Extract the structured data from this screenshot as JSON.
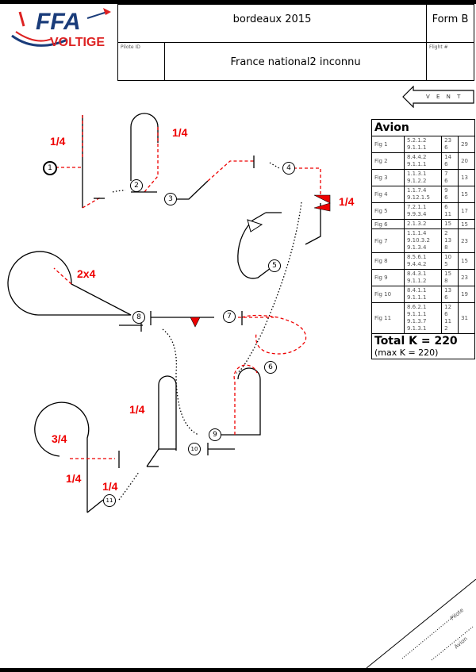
{
  "header": {
    "logo_text": "FFA VOLTIGE",
    "competition": "bordeaux 2015",
    "form": "Form B",
    "pilot_id_label": "Pilote ID",
    "sequence": "France national2 inconnu",
    "flight_label": "Flight #"
  },
  "wind": {
    "label": "V E N T"
  },
  "figure_numbers": [
    "1",
    "2",
    "3",
    "4",
    "5",
    "6",
    "7",
    "8",
    "9",
    "10",
    "11"
  ],
  "roll_labels": [
    "1/4",
    "1/4",
    "1/4",
    "2x4",
    "1/4",
    "3/4",
    "1/4",
    "1/4"
  ],
  "k_table": {
    "title": "Avion",
    "rows": [
      {
        "fig": "Fig 1",
        "codes": "5.2.1.2\n9.1.1.1",
        "k": "23\n6",
        "total": "29"
      },
      {
        "fig": "Fig 2",
        "codes": "8.4.4.2\n9.1.1.1",
        "k": "14\n6",
        "total": "20"
      },
      {
        "fig": "Fig 3",
        "codes": "1.1.3.1\n9.1.2.2",
        "k": "7\n6",
        "total": "13"
      },
      {
        "fig": "Fig 4",
        "codes": "1.1.7.4\n9.12.1.5",
        "k": "9\n6",
        "total": "15"
      },
      {
        "fig": "Fig 5",
        "codes": "7.2.1.1\n9.9.3.4",
        "k": "6\n11",
        "total": "17"
      },
      {
        "fig": "Fig 6",
        "codes": "2.1.3.2",
        "k": "15",
        "total": "15"
      },
      {
        "fig": "Fig 7",
        "codes": "1.1.1.4\n9.10.3.2\n9.1.3.4",
        "k": "2\n13\n8",
        "total": "23"
      },
      {
        "fig": "Fig 8",
        "codes": "8.5.6.1\n9.4.4.2",
        "k": "10\n5",
        "total": "15"
      },
      {
        "fig": "Fig 9",
        "codes": "8.4.3.1\n9.1.1.2",
        "k": "15\n8",
        "total": "23"
      },
      {
        "fig": "Fig 10",
        "codes": "8.4.1.1\n9.1.1.1",
        "k": "13\n6",
        "total": "19"
      },
      {
        "fig": "Fig 11",
        "codes": "8.6.2.1\n9.1.1.1\n9.1.3.7\n9.1.3.1",
        "k": "12\n6\n11\n2",
        "total": "31"
      }
    ],
    "total": "Total K = 220",
    "max": "(max K = 220)"
  },
  "signatures": {
    "pilot": "Pilote",
    "aircraft": "Avion"
  }
}
